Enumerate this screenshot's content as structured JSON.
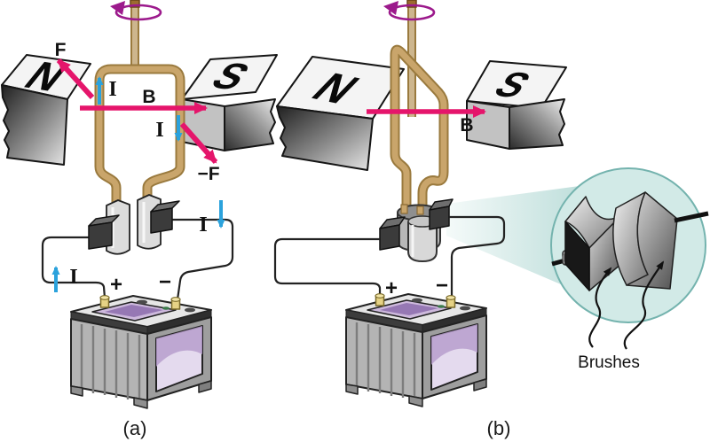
{
  "figure": {
    "description": "DC motor diagram with magnets, current-carrying loop, commutator, battery and brushes inset"
  },
  "panel_a": {
    "caption": "(a)",
    "magnet_left": "N",
    "magnet_right": "S",
    "force_label": "F",
    "neg_force_label": "−F",
    "field_label": "B",
    "current_loop_left": "I",
    "current_loop_right": "I",
    "current_wire_right": "I",
    "current_wire_left": "I",
    "battery_plus": "+",
    "battery_minus": "−"
  },
  "panel_b": {
    "caption": "(b)",
    "magnet_left": "N",
    "magnet_right": "S",
    "field_label": "B",
    "battery_plus": "+",
    "battery_minus": "−"
  },
  "inset": {
    "caption": "Brushes"
  },
  "colors": {
    "field_arrow_pink": "#e5156b",
    "rotation_arrow_purple": "#9c1a8c",
    "current_arrow_blue": "#2ba2dc",
    "coil_tan": "#c9a56b",
    "coil_outline": "#9a7a3e",
    "magnifier_teal": "#d2eae7",
    "magnifier_edge": "#74b3ae",
    "battery_gray": "#b4b4b4",
    "battery_purple": "#c8b3d8",
    "brush_dark_gray": "#3b3b3b"
  }
}
